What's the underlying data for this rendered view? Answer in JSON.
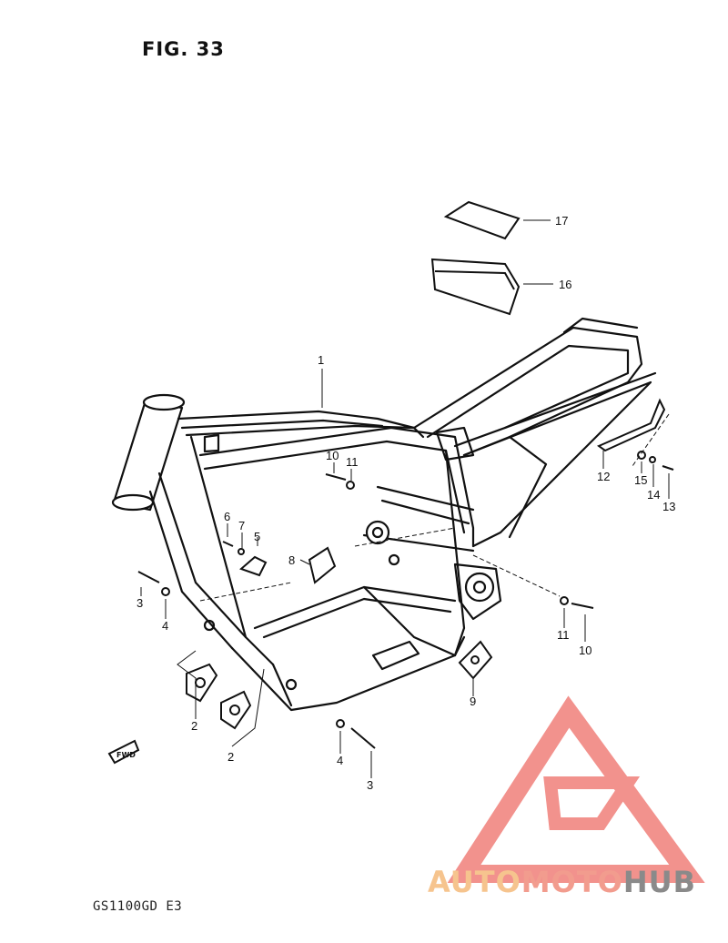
{
  "title": "FIG. 33",
  "model_code": "GS1100GD E3",
  "fwd_label": "FWD",
  "watermark": {
    "part1": "AUTO",
    "part2": "MOTO",
    "part3": "HUB",
    "colors": {
      "auto": "#f6c48e",
      "moto": "#f29c8e",
      "hub": "#8a8a8a",
      "logo": "#f07f7a"
    }
  },
  "callouts": [
    "1",
    "2",
    "2",
    "3",
    "3",
    "4",
    "4",
    "5",
    "6",
    "7",
    "8",
    "9",
    "10",
    "10",
    "11",
    "11",
    "12",
    "13",
    "14",
    "15",
    "16",
    "17"
  ]
}
